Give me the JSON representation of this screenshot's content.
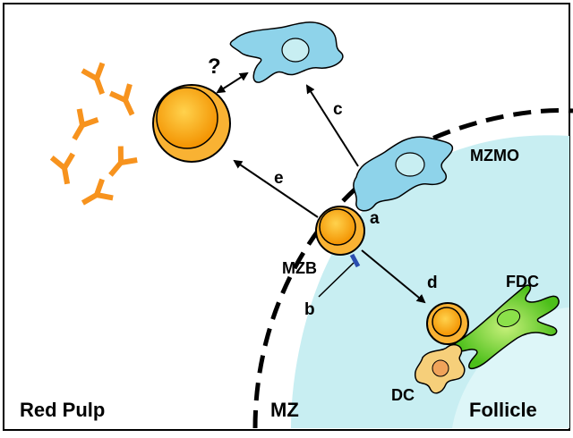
{
  "labels": {
    "question": "?",
    "c": "c",
    "e": "e",
    "a": "a",
    "b": "b",
    "d": "d",
    "mzmo": "MZMO",
    "mzb": "MZB",
    "fdc": "FDC",
    "dc": "DC",
    "red_pulp": "Red Pulp",
    "mz": "MZ",
    "follicle": "Follicle"
  },
  "colors": {
    "follicle_outer": "#c8eef2",
    "follicle_inner": "#ddf6f8",
    "macrophage": "#8ed3ea",
    "b_cell_outer": "#f9b233",
    "b_cell_inner": "#f39200",
    "antibody": "#f7931e",
    "fdc": "#7ed321",
    "dc": "#f6cf7a"
  }
}
